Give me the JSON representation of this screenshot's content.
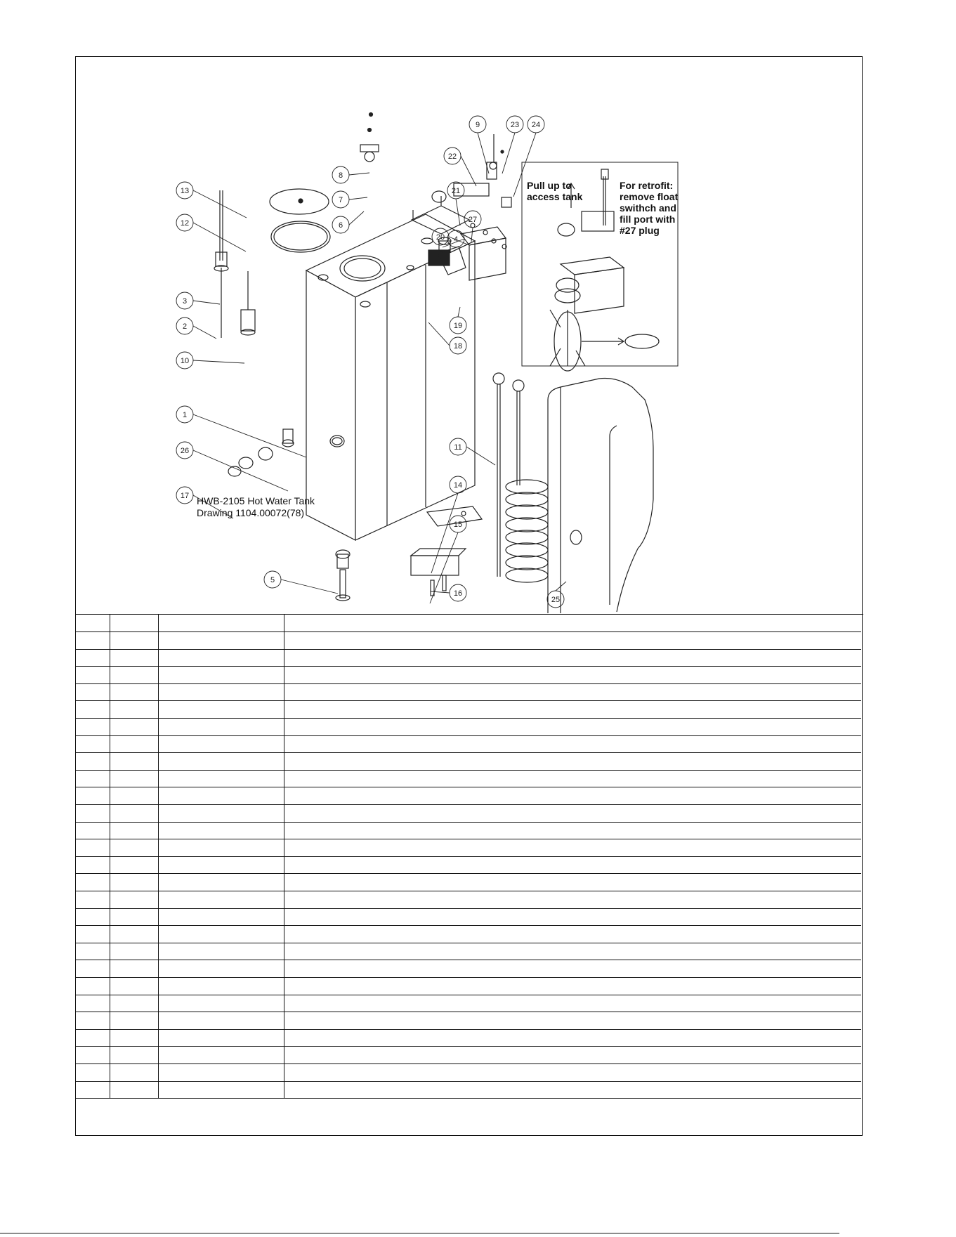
{
  "drawing": {
    "title_line1": "HWB-2105 Hot Water Tank",
    "title_line2": "Drawing 1104.00072(78)",
    "pull_up_note": [
      "Pull up  to",
      "access tank"
    ],
    "retrofit_note": [
      "For retrofit:",
      "remove float",
      "swithch and",
      "fill port with",
      "#27 plug"
    ],
    "callouts": [
      "1",
      "2",
      "3",
      "4",
      "5",
      "6",
      "7",
      "8",
      "9",
      "10",
      "11",
      "12",
      "13",
      "14",
      "15",
      "16",
      "17",
      "18",
      "19",
      "20",
      "21",
      "22",
      "23",
      "24",
      "25",
      "26",
      "27"
    ]
  },
  "parts_table": {
    "row_count": 28,
    "colors": {
      "line": "#111111"
    }
  }
}
